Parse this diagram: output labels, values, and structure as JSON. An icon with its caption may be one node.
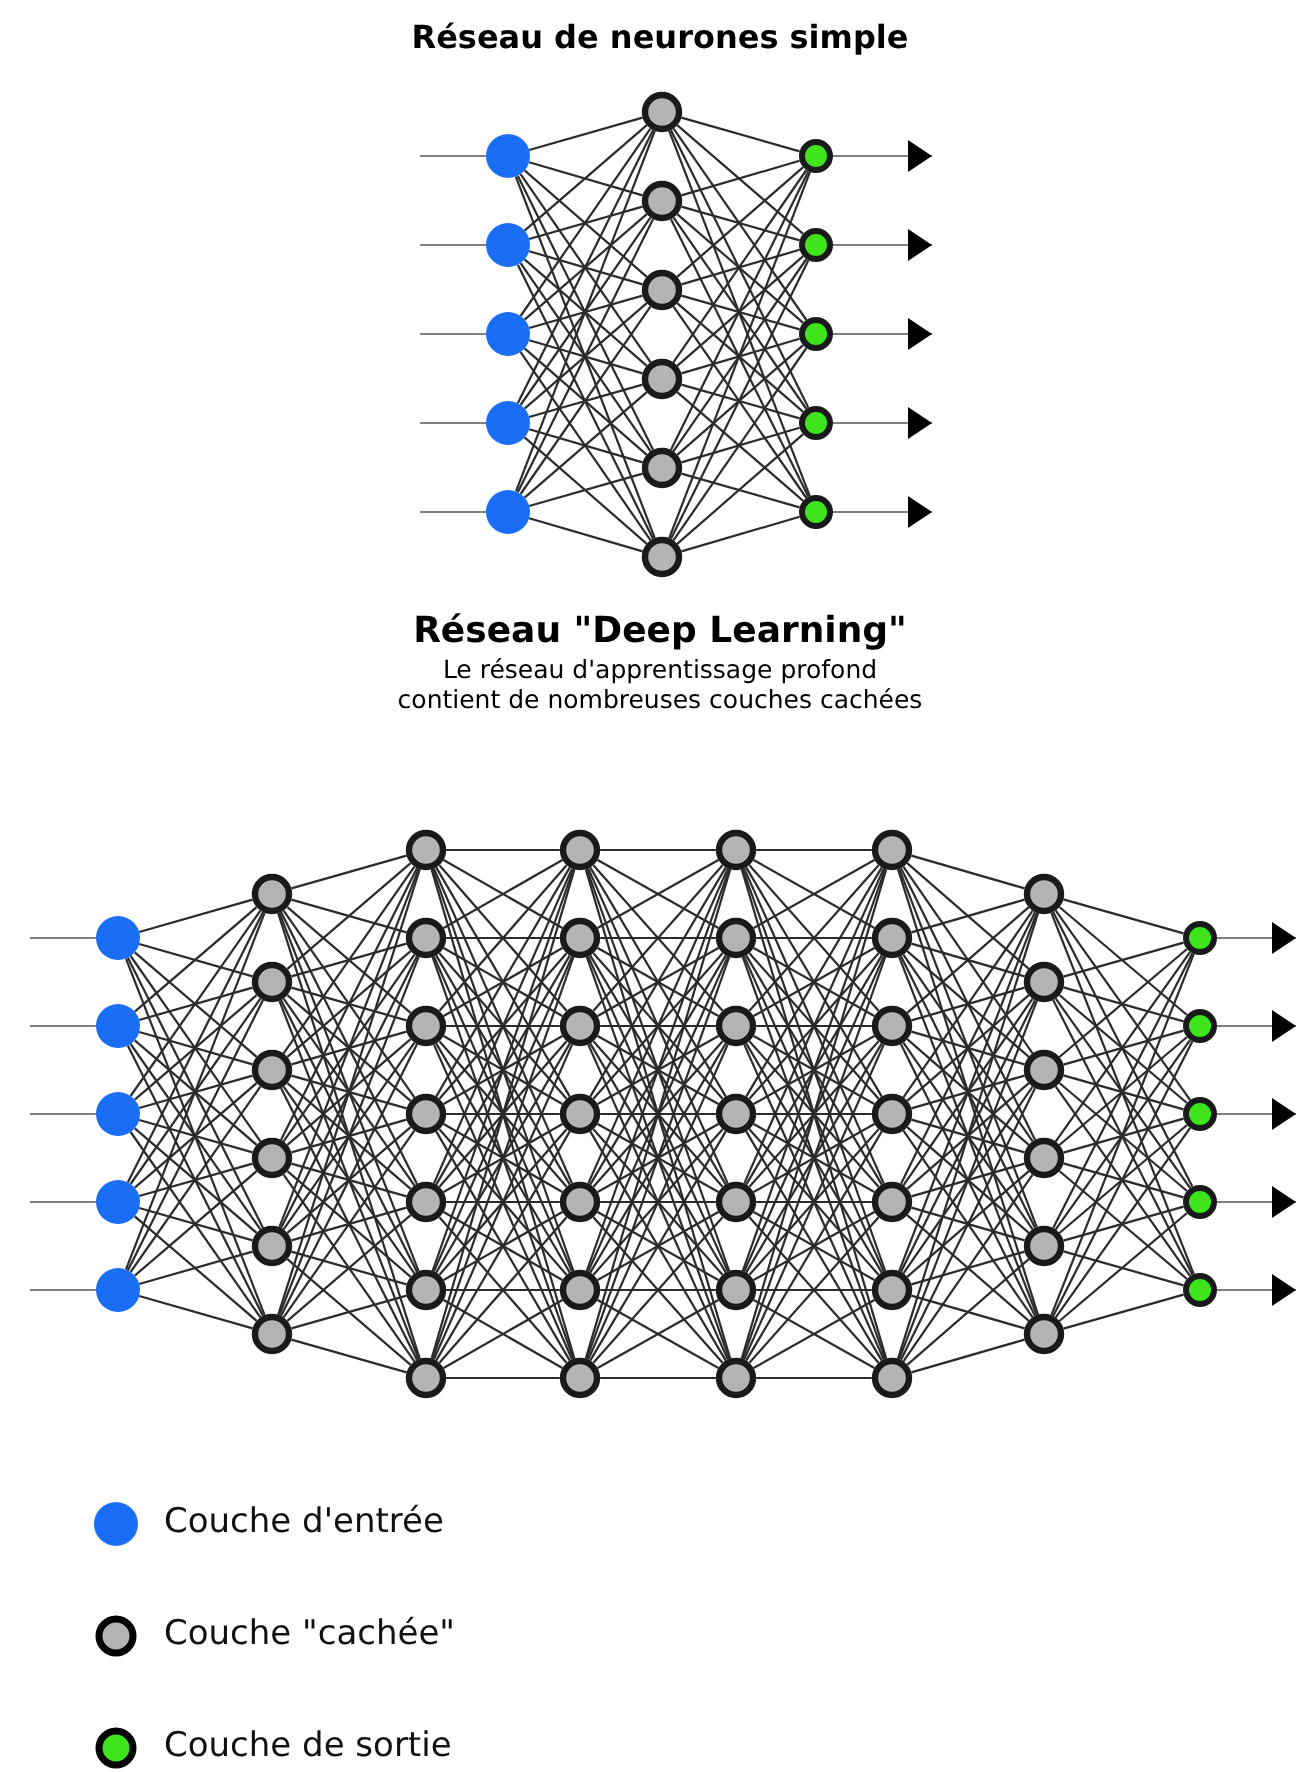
{
  "diagram": {
    "title": "Réseau de neurones simple",
    "nodes": [
      {
        "text": [],
        "shape": "circle"
      },
      {
        "text": [],
        "shape": "circle"
      },
      {
        "text": [],
        "shape": "circle"
      },
      {
        "text": [],
        "shape": "circle"
      },
      {
        "text": [],
        "shape": "circle"
      },
      {
        "text": [],
        "shape": "circle"
      },
      {
        "text": [],
        "shape": "circle"
      },
      {
        "text": [],
        "shape": "circle"
      },
      {
        "text": [],
        "shape": "circle"
      },
      {
        "text": [],
        "shape": "circle"
      },
      {
        "text": [],
        "shape": "circle"
      },
      {
        "text": [],
        "shape": "circle"
      },
      {
        "text": [],
        "shape": "circle"
      },
      {
        "text": [],
        "shape": "circle"
      },
      {
        "text": [],
        "shape": "circle"
      },
      {
        "text": [],
        "shape": "circle"
      },
      {
        "text": [],
        "shape": "circle"
      },
      {
        "text": [],
        "shape": "circle"
      },
      {
        "text": [],
        "shape": "circle"
      },
      {
        "text": [],
        "shape": "circle"
      },
      {
        "text": [],
        "shape": "circle"
      },
      {
        "text": [],
        "shape": "circle"
      },
      {
        "text": [],
        "shape": "circle"
      },
      {
        "text": [],
        "shape": "circle"
      },
      {
        "text": [],
        "shape": "circle"
      },
      {
        "text": [],
        "shape": "circle"
      },
      {
        "text": [],
        "shape": "circle"
      },
      {
        "text": [],
        "shape": "circle"
      },
      {
        "text": [],
        "shape": "circle"
      },
      {
        "text": [],
        "shape": "circle"
      },
      {
        "text": [],
        "shape": "circle"
      },
      {
        "text": [],
        "shape": "circle"
      },
      {
        "text": [],
        "shape": "circle"
      },
      {
        "text": [],
        "shape": "circle"
      },
      {
        "text": [],
        "shape": "circle"
      },
      {
        "text": [],
        "shape": "circle"
      },
      {
        "text": [],
        "shape": "circle"
      },
      {
        "text": [],
        "shape": "circle"
      },
      {
        "text": [],
        "shape": "circle"
      },
      {
        "text": [],
        "shape": "circle"
      },
      {
        "text": [],
        "shape": "circle"
      },
      {
        "text": [],
        "shape": "circle"
      },
      {
        "text": [],
        "shape": "circle"
      },
      {
        "text": [],
        "shape": "circle"
      },
      {
        "text": [],
        "shape": "circle"
      },
      {
        "text": [],
        "shape": "circle"
      },
      {
        "text": [],
        "shape": "circle"
      },
      {
        "text": [],
        "shape": "circle"
      },
      {
        "text": [],
        "shape": "circle"
      },
      {
        "text": [],
        "shape": "circle"
      },
      {
        "text": [],
        "shape": "circle"
      },
      {
        "text": [],
        "shape": "circle"
      },
      {
        "text": [],
        "shape": "circle"
      },
      {
        "text": [],
        "shape": "circle"
      },
      {
        "text": [],
        "shape": "circle"
      },
      {
        "text": [],
        "shape": "circle"
      },
      {
        "text": [],
        "shape": "circle"
      },
      {
        "text": [],
        "shape": "circle"
      },
      {
        "text": [],
        "shape": "circle"
      },
      {
        "text": [],
        "shape": "circle"
      },
      {
        "text": [],
        "shape": "circle"
      },
      {
        "text": [],
        "shape": "circle"
      },
      {
        "text": [],
        "shape": "circle"
      },
      {
        "text": [],
        "shape": "circle"
      },
      {
        "text": [],
        "shape": "circle"
      },
      {
        "text": [],
        "shape": "circle"
      }
    ],
    "edges": [
      {
        "from": null,
        "to": 0,
        "arrow": "none",
        "color": "#808080"
      },
      {
        "from": null,
        "to": 1,
        "arrow": "none",
        "color": "#808080"
      },
      {
        "from": null,
        "to": 2,
        "arrow": "none",
        "color": "#808080"
      },
      {
        "from": null,
        "to": 3,
        "arrow": "none",
        "color": "#808080"
      },
      {
        "from": null,
        "to": 4,
        "arrow": "none",
        "color": "#808080"
      },
      {
        "from": 0,
        "to": 5,
        "arrow": "none"
      },
      {
        "from": 0,
        "to": 6,
        "arrow": "none"
      },
      {
        "from": 0,
        "to": 7,
        "arrow": "none"
      },
      {
        "from": 0,
        "to": 8,
        "arrow": "none"
      },
      {
        "from": 0,
        "to": 9,
        "arrow": "none"
      },
      {
        "from": 0,
        "to": 10,
        "arrow": "none"
      },
      {
        "from": 1,
        "to": 5,
        "arrow": "none"
      },
      {
        "from": 1,
        "to": 6,
        "arrow": "none"
      },
      {
        "from": 1,
        "to": 7,
        "arrow": "none"
      },
      {
        "from": 1,
        "to": 8,
        "arrow": "none"
      },
      {
        "from": 1,
        "to": 9,
        "arrow": "none"
      },
      {
        "from": 1,
        "to": 10,
        "arrow": "none"
      },
      {
        "from": 2,
        "to": 5,
        "arrow": "none"
      },
      {
        "from": 2,
        "to": 6,
        "arrow": "none"
      },
      {
        "from": 2,
        "to": 7,
        "arrow": "none"
      },
      {
        "from": 2,
        "to": 8,
        "arrow": "none"
      },
      {
        "from": 2,
        "to": 9,
        "arrow": "none"
      },
      {
        "from": 2,
        "to": 10,
        "arrow": "none"
      },
      {
        "from": 3,
        "to": 5,
        "arrow": "none"
      },
      {
        "from": 3,
        "to": 6,
        "arrow": "none"
      },
      {
        "from": 3,
        "to": 7,
        "arrow": "none"
      },
      {
        "from": 3,
        "to": 8,
        "arrow": "none"
      },
      {
        "from": 3,
        "to": 9,
        "arrow": "none"
      },
      {
        "from": 3,
        "to": 10,
        "arrow": "none"
      },
      {
        "from": 4,
        "to": 5,
        "arrow": "none"
      },
      {
        "from": 4,
        "to": 6,
        "arrow": "none"
      },
      {
        "from": 4,
        "to": 7,
        "arrow": "none"
      },
      {
        "from": 4,
        "to": 8,
        "arrow": "none"
      },
      {
        "from": 4,
        "to": 9,
        "arrow": "none"
      },
      {
        "from": 4,
        "to": 10,
        "arrow": "none"
      },
      {
        "from": 5,
        "to": 11,
        "arrow": "none"
      },
      {
        "from": 5,
        "to": 12,
        "arrow": "none"
      },
      {
        "from": 5,
        "to": 13,
        "arrow": "none"
      },
      {
        "from": 5,
        "to": 14,
        "arrow": "none"
      },
      {
        "from": 5,
        "to": 15,
        "arrow": "none"
      },
      {
        "from": 6,
        "to": 11,
        "arrow": "none"
      },
      {
        "from": 6,
        "to": 12,
        "arrow": "none"
      },
      {
        "from": 6,
        "to": 13,
        "arrow": "none"
      },
      {
        "from": 6,
        "to": 14,
        "arrow": "none"
      },
      {
        "from": 6,
        "to": 15,
        "arrow": "none"
      },
      {
        "from": 7,
        "to": 11,
        "arrow": "none"
      },
      {
        "from": 7,
        "to": 12,
        "arrow": "none"
      },
      {
        "from": 7,
        "to": 13,
        "arrow": "none"
      },
      {
        "from": 7,
        "to": 14,
        "arrow": "none"
      },
      {
        "from": 7,
        "to": 15,
        "arrow": "none"
      },
      {
        "from": 8,
        "to": 11,
        "arrow": "none"
      },
      {
        "from": 8,
        "to": 12,
        "arrow": "none"
      },
      {
        "from": 8,
        "to": 13,
        "arrow": "none"
      },
      {
        "from": 8,
        "to": 14,
        "arrow": "none"
      },
      {
        "from": 8,
        "to": 15,
        "arrow": "none"
      },
      {
        "from": 9,
        "to": 11,
        "arrow": "none"
      },
      {
        "from": 9,
        "to": 12,
        "arrow": "none"
      },
      {
        "from": 9,
        "to": 13,
        "arrow": "none"
      },
      {
        "from": 9,
        "to": 14,
        "arrow": "none"
      },
      {
        "from": 9,
        "to": 15,
        "arrow": "none"
      },
      {
        "from": 10,
        "to": 11,
        "arrow": "none"
      },
      {
        "from": 10,
        "to": 12,
        "arrow": "none"
      },
      {
        "from": 10,
        "to": 13,
        "arrow": "none"
      },
      {
        "from": 10,
        "to": 14,
        "arrow": "none"
      },
      {
        "from": 10,
        "to": 15,
        "arrow": "none"
      },
      {
        "from": 11,
        "to": null,
        "arrow": "to",
        "color": "#808080"
      },
      {
        "from": 12,
        "to": null,
        "arrow": "to",
        "color": "#808080"
      },
      {
        "from": 13,
        "to": null,
        "arrow": "to",
        "color": "#808080"
      },
      {
        "from": 14,
        "to": null,
        "arrow": "to",
        "color": "#808080"
      },
      {
        "from": 15,
        "to": null,
        "arrow": "to",
        "color": "#808080"
      },
      {
        "from": null,
        "to": 16,
        "arrow": "none",
        "color": "#808080"
      },
      {
        "from": null,
        "to": 17,
        "arrow": "none",
        "color": "#808080"
      },
      {
        "from": null,
        "to": 18,
        "arrow": "none",
        "color": "#808080"
      },
      {
        "from": null,
        "to": 19,
        "arrow": "none",
        "color": "#808080"
      },
      {
        "from": null,
        "to": 20,
        "arrow": "none",
        "color": "#808080"
      },
      {
        "from": 16,
        "to": 21,
        "arrow": "none"
      },
      {
        "from": 16,
        "to": 22,
        "arrow": "none"
      },
      {
        "from": 16,
        "to": 23,
        "arrow": "none"
      },
      {
        "from": 16,
        "to": 24,
        "arrow": "none"
      },
      {
        "from": 16,
        "to": 25,
        "arrow": "none"
      },
      {
        "from": 16,
        "to": 26,
        "arrow": "none"
      },
      {
        "from": 17,
        "to": 21,
        "arrow": "none"
      },
      {
        "from": 17,
        "to": 22,
        "arrow": "none"
      },
      {
        "from": 17,
        "to": 23,
        "arrow": "none"
      },
      {
        "from": 17,
        "to": 24,
        "arrow": "none"
      },
      {
        "from": 17,
        "to": 25,
        "arrow": "none"
      },
      {
        "from": 17,
        "to": 26,
        "arrow": "none"
      },
      {
        "from": 18,
        "to": 21,
        "arrow": "none"
      },
      {
        "from": 18,
        "to": 22,
        "arrow": "none"
      },
      {
        "from": 18,
        "to": 23,
        "arrow": "none"
      },
      {
        "from": 18,
        "to": 24,
        "arrow": "none"
      },
      {
        "from": 18,
        "to": 25,
        "arrow": "none"
      },
      {
        "from": 18,
        "to": 26,
        "arrow": "none"
      },
      {
        "from": 19,
        "to": 21,
        "arrow": "none"
      },
      {
        "from": 19,
        "to": 22,
        "arrow": "none"
      },
      {
        "from": 19,
        "to": 23,
        "arrow": "none"
      },
      {
        "from": 19,
        "to": 24,
        "arrow": "none"
      },
      {
        "from": 19,
        "to": 25,
        "arrow": "none"
      },
      {
        "from": 19,
        "to": 26,
        "arrow": "none"
      },
      {
        "from": 20,
        "to": 21,
        "arrow": "none"
      },
      {
        "from": 20,
        "to": 22,
        "arrow": "none"
      },
      {
        "from": 20,
        "to": 23,
        "arrow": "none"
      },
      {
        "from": 20,
        "to": 24,
        "arrow": "none"
      },
      {
        "from": 20,
        "to": 25,
        "arrow": "none"
      },
      {
        "from": 20,
        "to": 26,
        "arrow": "none"
      },
      {
        "from": 21,
        "to": 27,
        "arrow": "none"
      },
      {
        "from": 21,
        "to": 28,
        "arrow": "none"
      },
      {
        "from": 21,
        "to": 29,
        "arrow": "none"
      },
      {
        "from": 21,
        "to": 30,
        "arrow": "none"
      },
      {
        "from": 21,
        "to": 31,
        "arrow": "none"
      },
      {
        "from": 21,
        "to": 32,
        "arrow": "none"
      },
      {
        "from": 21,
        "to": 33,
        "arrow": "none"
      },
      {
        "from": 22,
        "to": 27,
        "arrow": "none"
      },
      {
        "from": 22,
        "to": 28,
        "arrow": "none"
      },
      {
        "from": 22,
        "to": 29,
        "arrow": "none"
      },
      {
        "from": 22,
        "to": 30,
        "arrow": "none"
      },
      {
        "from": 22,
        "to": 31,
        "arrow": "none"
      },
      {
        "from": 22,
        "to": 32,
        "arrow": "none"
      },
      {
        "from": 22,
        "to": 33,
        "arrow": "none"
      },
      {
        "from": 23,
        "to": 27,
        "arrow": "none"
      },
      {
        "from": 23,
        "to": 28,
        "arrow": "none"
      },
      {
        "from": 23,
        "to": 29,
        "arrow": "none"
      },
      {
        "from": 23,
        "to": 30,
        "arrow": "none"
      },
      {
        "from": 23,
        "to": 31,
        "arrow": "none"
      },
      {
        "from": 23,
        "to": 32,
        "arrow": "none"
      },
      {
        "from": 23,
        "to": 33,
        "arrow": "none"
      },
      {
        "from": 24,
        "to": 27,
        "arrow": "none"
      },
      {
        "from": 24,
        "to": 28,
        "arrow": "none"
      },
      {
        "from": 24,
        "to": 29,
        "arrow": "none"
      },
      {
        "from": 24,
        "to": 30,
        "arrow": "none"
      },
      {
        "from": 24,
        "to": 31,
        "arrow": "none"
      },
      {
        "from": 24,
        "to": 32,
        "arrow": "none"
      },
      {
        "from": 24,
        "to": 33,
        "arrow": "none"
      },
      {
        "from": 25,
        "to": 27,
        "arrow": "none"
      },
      {
        "from": 25,
        "to": 28,
        "arrow": "none"
      },
      {
        "from": 25,
        "to": 29,
        "arrow": "none"
      },
      {
        "from": 25,
        "to": 30,
        "arrow": "none"
      },
      {
        "from": 25,
        "to": 31,
        "arrow": "none"
      },
      {
        "from": 25,
        "to": 32,
        "arrow": "none"
      },
      {
        "from": 25,
        "to": 33,
        "arrow": "none"
      },
      {
        "from": 26,
        "to": 27,
        "arrow": "none"
      },
      {
        "from": 26,
        "to": 28,
        "arrow": "none"
      },
      {
        "from": 26,
        "to": 29,
        "arrow": "none"
      },
      {
        "from": 26,
        "to": 30,
        "arrow": "none"
      },
      {
        "from": 26,
        "to": 31,
        "arrow": "none"
      },
      {
        "from": 26,
        "to": 32,
        "arrow": "none"
      },
      {
        "from": 26,
        "to": 33,
        "arrow": "none"
      },
      {
        "from": 27,
        "to": 34,
        "arrow": "none"
      },
      {
        "from": 27,
        "to": 35,
        "arrow": "none"
      },
      {
        "from": 27,
        "to": 36,
        "arrow": "none"
      },
      {
        "from": 27,
        "to": 37,
        "arrow": "none"
      },
      {
        "from": 27,
        "to": 38,
        "arrow": "none"
      },
      {
        "from": 27,
        "to": 39,
        "arrow": "none"
      },
      {
        "from": 27,
        "to": 40,
        "arrow": "none"
      },
      {
        "from": 28,
        "to": 34,
        "arrow": "none"
      },
      {
        "from": 28,
        "to": 35,
        "arrow": "none"
      },
      {
        "from": 28,
        "to": 36,
        "arrow": "none"
      },
      {
        "from": 28,
        "to": 37,
        "arrow": "none"
      },
      {
        "from": 28,
        "to": 38,
        "arrow": "none"
      },
      {
        "from": 28,
        "to": 39,
        "arrow": "none"
      },
      {
        "from": 28,
        "to": 40,
        "arrow": "none"
      },
      {
        "from": 29,
        "to": 34,
        "arrow": "none"
      },
      {
        "from": 29,
        "to": 35,
        "arrow": "none"
      },
      {
        "from": 29,
        "to": 36,
        "arrow": "none"
      },
      {
        "from": 29,
        "to": 37,
        "arrow": "none"
      },
      {
        "from": 29,
        "to": 38,
        "arrow": "none"
      },
      {
        "from": 29,
        "to": 39,
        "arrow": "none"
      },
      {
        "from": 29,
        "to": 40,
        "arrow": "none"
      },
      {
        "from": 30,
        "to": 34,
        "arrow": "none"
      },
      {
        "from": 30,
        "to": 35,
        "arrow": "none"
      },
      {
        "from": 30,
        "to": 36,
        "arrow": "none"
      },
      {
        "from": 30,
        "to": 37,
        "arrow": "none"
      },
      {
        "from": 30,
        "to": 38,
        "arrow": "none"
      },
      {
        "from": 30,
        "to": 39,
        "arrow": "none"
      },
      {
        "from": 30,
        "to": 40,
        "arrow": "none"
      },
      {
        "from": 31,
        "to": 34,
        "arrow": "none"
      },
      {
        "from": 31,
        "to": 35,
        "arrow": "none"
      },
      {
        "from": 31,
        "to": 36,
        "arrow": "none"
      },
      {
        "from": 31,
        "to": 37,
        "arrow": "none"
      },
      {
        "from": 31,
        "to": 38,
        "arrow": "none"
      },
      {
        "from": 31,
        "to": 39,
        "arrow": "none"
      },
      {
        "from": 31,
        "to": 40,
        "arrow": "none"
      },
      {
        "from": 32,
        "to": 34,
        "arrow": "none"
      },
      {
        "from": 32,
        "to": 35,
        "arrow": "none"
      },
      {
        "from": 32,
        "to": 36,
        "arrow": "none"
      },
      {
        "from": 32,
        "to": 37,
        "arrow": "none"
      },
      {
        "from": 32,
        "to": 38,
        "arrow": "none"
      },
      {
        "from": 32,
        "to": 39,
        "arrow": "none"
      },
      {
        "from": 32,
        "to": 40,
        "arrow": "none"
      },
      {
        "from": 33,
        "to": 34,
        "arrow": "none"
      },
      {
        "from": 33,
        "to": 35,
        "arrow": "none"
      },
      {
        "from": 33,
        "to": 36,
        "arrow": "none"
      },
      {
        "from": 33,
        "to": 37,
        "arrow": "none"
      },
      {
        "from": 33,
        "to": 38,
        "arrow": "none"
      },
      {
        "from": 33,
        "to": 39,
        "arrow": "none"
      },
      {
        "from": 33,
        "to": 40,
        "arrow": "none"
      },
      {
        "from": 34,
        "to": 41,
        "arrow": "none"
      },
      {
        "from": 34,
        "to": 42,
        "arrow": "none"
      },
      {
        "from": 34,
        "to": 43,
        "arrow": "none"
      },
      {
        "from": 34,
        "to": 44,
        "arrow": "none"
      },
      {
        "from": 34,
        "to": 45,
        "arrow": "none"
      },
      {
        "from": 34,
        "to": 46,
        "arrow": "none"
      },
      {
        "from": 34,
        "to": 47,
        "arrow": "none"
      },
      {
        "from": 35,
        "to": 41,
        "arrow": "none"
      },
      {
        "from": 35,
        "to": 42,
        "arrow": "none"
      },
      {
        "from": 35,
        "to": 43,
        "arrow": "none"
      },
      {
        "from": 35,
        "to": 44,
        "arrow": "none"
      },
      {
        "from": 35,
        "to": 45,
        "arrow": "none"
      },
      {
        "from": 35,
        "to": 46,
        "arrow": "none"
      },
      {
        "from": 35,
        "to": 47,
        "arrow": "none"
      },
      {
        "from": 36,
        "to": 41,
        "arrow": "none"
      },
      {
        "from": 36,
        "to": 42,
        "arrow": "none"
      },
      {
        "from": 36,
        "to": 43,
        "arrow": "none"
      },
      {
        "from": 36,
        "to": 44,
        "arrow": "none"
      },
      {
        "from": 36,
        "to": 45,
        "arrow": "none"
      },
      {
        "from": 36,
        "to": 46,
        "arrow": "none"
      },
      {
        "from": 36,
        "to": 47,
        "arrow": "none"
      },
      {
        "from": 37,
        "to": 41,
        "arrow": "none"
      },
      {
        "from": 37,
        "to": 42,
        "arrow": "none"
      },
      {
        "from": 37,
        "to": 43,
        "arrow": "none"
      },
      {
        "from": 37,
        "to": 44,
        "arrow": "none"
      },
      {
        "from": 37,
        "to": 45,
        "arrow": "none"
      },
      {
        "from": 37,
        "to": 46,
        "arrow": "none"
      },
      {
        "from": 37,
        "to": 47,
        "arrow": "none"
      },
      {
        "from": 38,
        "to": 41,
        "arrow": "none"
      },
      {
        "from": 38,
        "to": 42,
        "arrow": "none"
      },
      {
        "from": 38,
        "to": 43,
        "arrow": "none"
      },
      {
        "from": 38,
        "to": 44,
        "arrow": "none"
      },
      {
        "from": 38,
        "to": 45,
        "arrow": "none"
      },
      {
        "from": 38,
        "to": 46,
        "arrow": "none"
      },
      {
        "from": 38,
        "to": 47,
        "arrow": "none"
      },
      {
        "from": 39,
        "to": 41,
        "arrow": "none"
      },
      {
        "from": 39,
        "to": 42,
        "arrow": "none"
      },
      {
        "from": 39,
        "to": 43,
        "arrow": "none"
      },
      {
        "from": 39,
        "to": 44,
        "arrow": "none"
      },
      {
        "from": 39,
        "to": 45,
        "arrow": "none"
      },
      {
        "from": 39,
        "to": 46,
        "arrow": "none"
      },
      {
        "from": 39,
        "to": 47,
        "arrow": "none"
      },
      {
        "from": 40,
        "to": 41,
        "arrow": "none"
      },
      {
        "from": 40,
        "to": 42,
        "arrow": "none"
      },
      {
        "from": 40,
        "to": 43,
        "arrow": "none"
      },
      {
        "from": 40,
        "to": 44,
        "arrow": "none"
      },
      {
        "from": 40,
        "to": 45,
        "arrow": "none"
      },
      {
        "from": 40,
        "to": 46,
        "arrow": "none"
      },
      {
        "from": 40,
        "to": 47,
        "arrow": "none"
      },
      {
        "from": 41,
        "to": 48,
        "arrow": "none"
      },
      {
        "from": 41,
        "to": 49,
        "arrow": "none"
      },
      {
        "from": 41,
        "to": 50,
        "arrow": "none"
      },
      {
        "from": 41,
        "to": 51,
        "arrow": "none"
      },
      {
        "from": 41,
        "to": 52,
        "arrow": "none"
      },
      {
        "from": 41,
        "to": 53,
        "arrow": "none"
      },
      {
        "from": 41,
        "to": 54,
        "arrow": "none"
      },
      {
        "from": 42,
        "to": 48,
        "arrow": "none"
      },
      {
        "from": 42,
        "to": 49,
        "arrow": "none"
      },
      {
        "from": 42,
        "to": 50,
        "arrow": "none"
      },
      {
        "from": 42,
        "to": 51,
        "arrow": "none"
      },
      {
        "from": 42,
        "to": 52,
        "arrow": "none"
      },
      {
        "from": 42,
        "to": 53,
        "arrow": "none"
      },
      {
        "from": 42,
        "to": 54,
        "arrow": "none"
      },
      {
        "from": 43,
        "to": 48,
        "arrow": "none"
      },
      {
        "from": 43,
        "to": 49,
        "arrow": "none"
      },
      {
        "from": 43,
        "to": 50,
        "arrow": "none"
      },
      {
        "from": 43,
        "to": 51,
        "arrow": "none"
      },
      {
        "from": 43,
        "to": 52,
        "arrow": "none"
      },
      {
        "from": 43,
        "to": 53,
        "arrow": "none"
      },
      {
        "from": 43,
        "to": 54,
        "arrow": "none"
      },
      {
        "from": 44,
        "to": 48,
        "arrow": "none"
      },
      {
        "from": 44,
        "to": 49,
        "arrow": "none"
      },
      {
        "from": 44,
        "to": 50,
        "arrow": "none"
      },
      {
        "from": 44,
        "to": 51,
        "arrow": "none"
      },
      {
        "from": 44,
        "to": 52,
        "arrow": "none"
      },
      {
        "from": 44,
        "to": 53,
        "arrow": "none"
      },
      {
        "from": 44,
        "to": 54,
        "arrow": "none"
      },
      {
        "from": 45,
        "to": 48,
        "arrow": "none"
      },
      {
        "from": 45,
        "to": 49,
        "arrow": "none"
      },
      {
        "from": 45,
        "to": 50,
        "arrow": "none"
      },
      {
        "from": 45,
        "to": 51,
        "arrow": "none"
      },
      {
        "from": 45,
        "to": 52,
        "arrow": "none"
      },
      {
        "from": 45,
        "to": 53,
        "arrow": "none"
      },
      {
        "from": 45,
        "to": 54,
        "arrow": "none"
      },
      {
        "from": 46,
        "to": 48,
        "arrow": "none"
      },
      {
        "from": 46,
        "to": 49,
        "arrow": "none"
      },
      {
        "from": 46,
        "to": 50,
        "arrow": "none"
      },
      {
        "from": 46,
        "to": 51,
        "arrow": "none"
      },
      {
        "from": 46,
        "to": 52,
        "arrow": "none"
      },
      {
        "from": 46,
        "to": 53,
        "arrow": "none"
      },
      {
        "from": 46,
        "to": 54,
        "arrow": "none"
      },
      {
        "from": 47,
        "to": 48,
        "arrow": "none"
      },
      {
        "from": 47,
        "to": 49,
        "arrow": "none"
      },
      {
        "from": 47,
        "to": 50,
        "arrow": "none"
      },
      {
        "from": 47,
        "to": 51,
        "arrow": "none"
      },
      {
        "from": 47,
        "to": 52,
        "arrow": "none"
      },
      {
        "from": 47,
        "to": 53,
        "arrow": "none"
      },
      {
        "from": 47,
        "to": 54,
        "arrow": "none"
      },
      {
        "from": 48,
        "to": 55,
        "arrow": "none"
      },
      {
        "from": 48,
        "to": 56,
        "arrow": "none"
      },
      {
        "from": 48,
        "to": 57,
        "arrow": "none"
      },
      {
        "from": 48,
        "to": 58,
        "arrow": "none"
      },
      {
        "from": 48,
        "to": 59,
        "arrow": "none"
      },
      {
        "from": 48,
        "to": 60,
        "arrow": "none"
      },
      {
        "from": 49,
        "to": 55,
        "arrow": "none"
      },
      {
        "from": 49,
        "to": 56,
        "arrow": "none"
      },
      {
        "from": 49,
        "to": 57,
        "arrow": "none"
      },
      {
        "from": 49,
        "to": 58,
        "arrow": "none"
      },
      {
        "from": 49,
        "to": 59,
        "arrow": "none"
      },
      {
        "from": 49,
        "to": 60,
        "arrow": "none"
      },
      {
        "from": 50,
        "to": 55,
        "arrow": "none"
      },
      {
        "from": 50,
        "to": 56,
        "arrow": "none"
      },
      {
        "from": 50,
        "to": 57,
        "arrow": "none"
      },
      {
        "from": 50,
        "to": 58,
        "arrow": "none"
      },
      {
        "from": 50,
        "to": 59,
        "arrow": "none"
      },
      {
        "from": 50,
        "to": 60,
        "arrow": "none"
      },
      {
        "from": 51,
        "to": 55,
        "arrow": "none"
      },
      {
        "from": 51,
        "to": 56,
        "arrow": "none"
      },
      {
        "from": 51,
        "to": 57,
        "arrow": "none"
      },
      {
        "from": 51,
        "to": 58,
        "arrow": "none"
      },
      {
        "from": 51,
        "to": 59,
        "arrow": "none"
      },
      {
        "from": 51,
        "to": 60,
        "arrow": "none"
      },
      {
        "from": 52,
        "to": 55,
        "arrow": "none"
      },
      {
        "from": 52,
        "to": 56,
        "arrow": "none"
      },
      {
        "from": 52,
        "to": 57,
        "arrow": "none"
      },
      {
        "from": 52,
        "to": 58,
        "arrow": "none"
      },
      {
        "from": 52,
        "to": 59,
        "arrow": "none"
      },
      {
        "from": 52,
        "to": 60,
        "arrow": "none"
      },
      {
        "from": 53,
        "to": 55,
        "arrow": "none"
      },
      {
        "from": 53,
        "to": 56,
        "arrow": "none"
      },
      {
        "from": 53,
        "to": 57,
        "arrow": "none"
      },
      {
        "from": 53,
        "to": 58,
        "arrow": "none"
      },
      {
        "from": 53,
        "to": 59,
        "arrow": "none"
      },
      {
        "from": 53,
        "to": 60,
        "arrow": "none"
      },
      {
        "from": 54,
        "to": 55,
        "arrow": "none"
      },
      {
        "from": 54,
        "to": 56,
        "arrow": "none"
      },
      {
        "from": 54,
        "to": 57,
        "arrow": "none"
      },
      {
        "from": 54,
        "to": 58,
        "arrow": "none"
      },
      {
        "from": 54,
        "to": 59,
        "arrow": "none"
      },
      {
        "from": 54,
        "to": 60,
        "arrow": "none"
      },
      {
        "from": 55,
        "to": 61,
        "arrow": "none"
      },
      {
        "from": 55,
        "to": 62,
        "arrow": "none"
      },
      {
        "from": 55,
        "to": 63,
        "arrow": "none"
      },
      {
        "from": 55,
        "to": 64,
        "arrow": "none"
      },
      {
        "from": 55,
        "to": 65,
        "arrow": "none"
      },
      {
        "from": 56,
        "to": 61,
        "arrow": "none"
      },
      {
        "from": 56,
        "to": 62,
        "arrow": "none"
      },
      {
        "from": 56,
        "to": 63,
        "arrow": "none"
      },
      {
        "from": 56,
        "to": 64,
        "arrow": "none"
      },
      {
        "from": 56,
        "to": 65,
        "arrow": "none"
      },
      {
        "from": 57,
        "to": 61,
        "arrow": "none"
      },
      {
        "from": 57,
        "to": 62,
        "arrow": "none"
      },
      {
        "from": 57,
        "to": 63,
        "arrow": "none"
      },
      {
        "from": 57,
        "to": 64,
        "arrow": "none"
      },
      {
        "from": 57,
        "to": 65,
        "arrow": "none"
      },
      {
        "from": 58,
        "to": 61,
        "arrow": "none"
      },
      {
        "from": 58,
        "to": 62,
        "arrow": "none"
      },
      {
        "from": 58,
        "to": 63,
        "arrow": "none"
      },
      {
        "from": 58,
        "to": 64,
        "arrow": "none"
      },
      {
        "from": 58,
        "to": 65,
        "arrow": "none"
      },
      {
        "from": 59,
        "to": 61,
        "arrow": "none"
      },
      {
        "from": 59,
        "to": 62,
        "arrow": "none"
      },
      {
        "from": 59,
        "to": 63,
        "arrow": "none"
      },
      {
        "from": 59,
        "to": 64,
        "arrow": "none"
      },
      {
        "from": 59,
        "to": 65,
        "arrow": "none"
      },
      {
        "from": 60,
        "to": 61,
        "arrow": "none"
      },
      {
        "from": 60,
        "to": 62,
        "arrow": "none"
      },
      {
        "from": 60,
        "to": 63,
        "arrow": "none"
      },
      {
        "from": 60,
        "to": 64,
        "arrow": "none"
      },
      {
        "from": 60,
        "to": 65,
        "arrow": "none"
      },
      {
        "from": 61,
        "to": null,
        "arrow": "to",
        "color": "#808080"
      },
      {
        "from": 62,
        "to": null,
        "arrow": "to",
        "color": "#808080"
      },
      {
        "from": 63,
        "to": null,
        "arrow": "to",
        "color": "#808080"
      },
      {
        "from": 64,
        "to": null,
        "arrow": "to",
        "color": "#808080"
      },
      {
        "from": 65,
        "to": null,
        "arrow": "to",
        "color": "#808080"
      }
    ],
    "labels": [
      "Réseau \"Deep Learning\"",
      "Le réseau d'apprentissage profond contient de nombreuses couches cachées"
    ],
    "legend": [
      {
        "text": "Couche d'entrée",
        "color": "#1a6ef5"
      },
      {
        "text": "Couche \"cachée\"",
        "color": "#b4b4b4"
      },
      {
        "text": "Couche de sortie",
        "color": "#3ee51c"
      }
    ]
  }
}
